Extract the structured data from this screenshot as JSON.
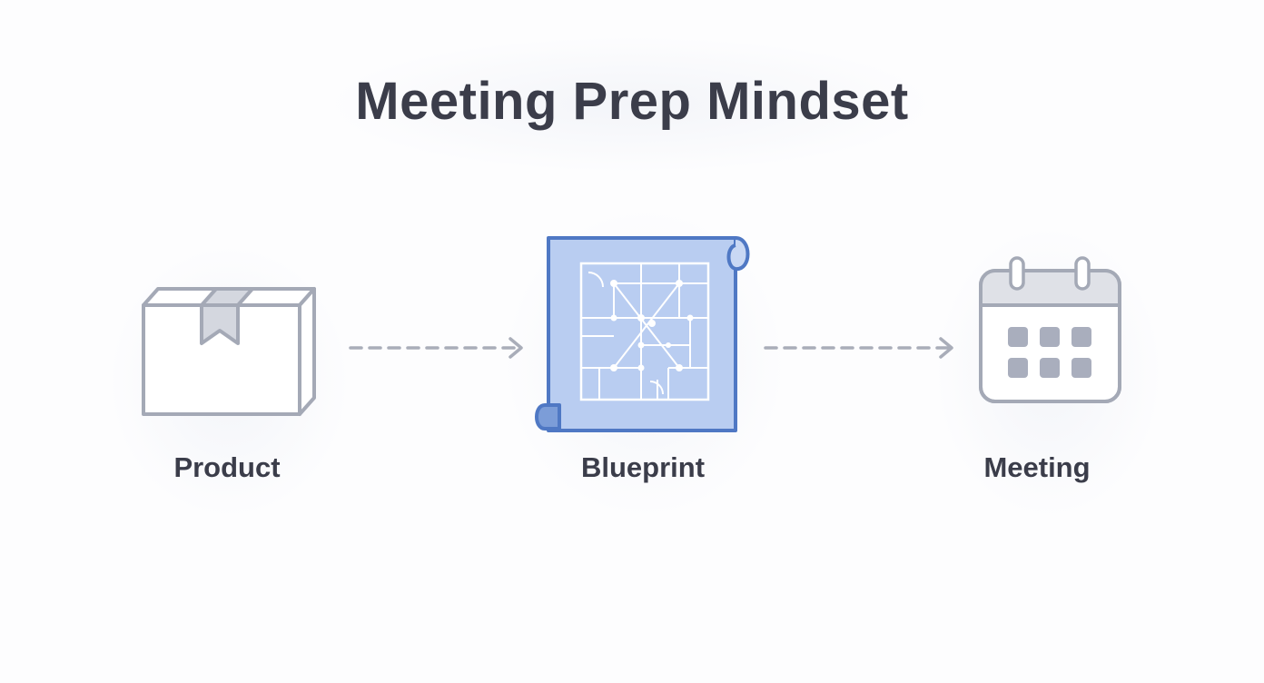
{
  "title": "Meeting Prep Mindset",
  "nodes": [
    {
      "label": "Product",
      "icon": "box-icon"
    },
    {
      "label": "Blueprint",
      "icon": "blueprint-icon"
    },
    {
      "label": "Meeting",
      "icon": "calendar-icon"
    }
  ],
  "colors": {
    "text": "#3b3d4a",
    "icon_gray": "#a4a9b6",
    "arrow": "#a9adb9",
    "blueprint_fill": "#b9cdf1",
    "blueprint_stroke": "#4f78c4",
    "background": "#fdfdfe"
  }
}
